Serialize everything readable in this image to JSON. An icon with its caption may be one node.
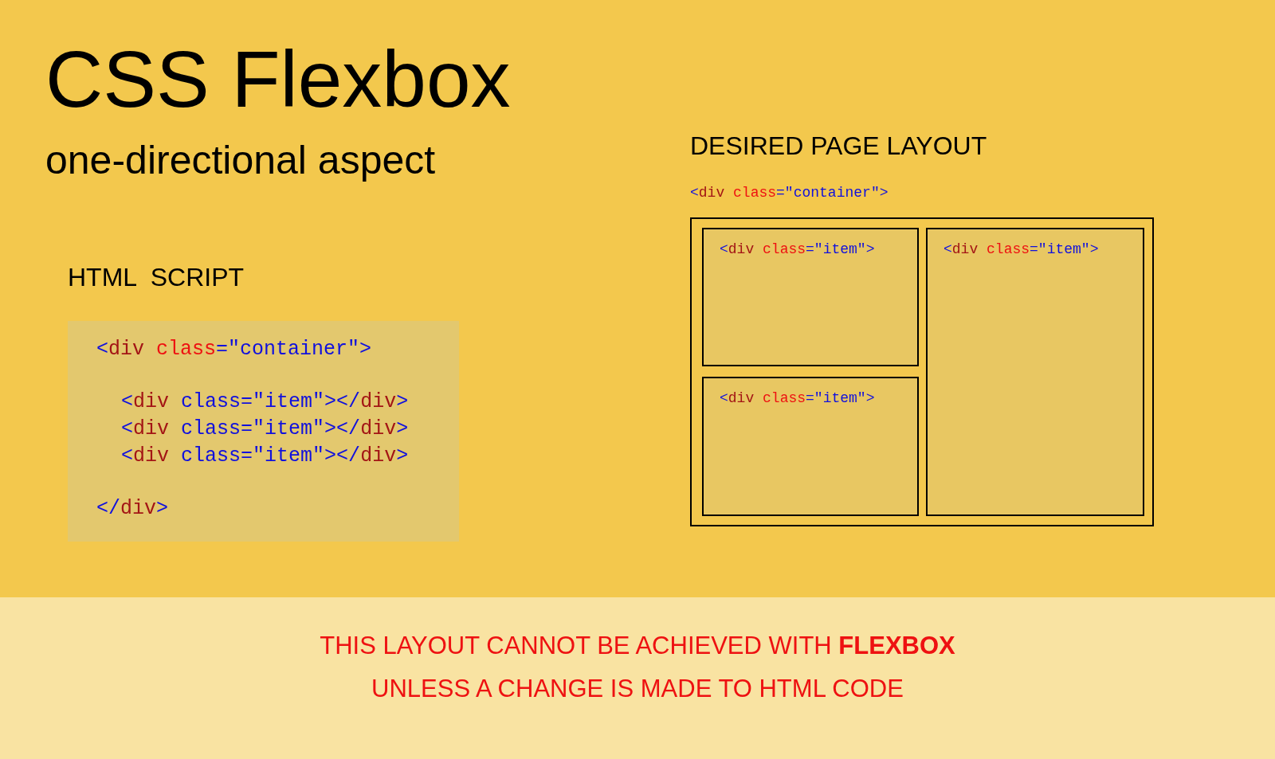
{
  "diagram": {
    "title": "CSS Flexbox",
    "nodes": [
      {
        "text": [
          "HTML  SCRIPT",
          "<div class=\"container\">",
          "<div class=\"item\"></div>",
          "<div class=\"item\"></div>",
          "<div class=\"item\"></div>",
          "</div>"
        ]
      },
      {
        "text": [
          "DESIRED PAGE LAYOUT",
          "<div class=\"container\">"
        ]
      },
      {
        "text": [
          "<div class=\"item\">"
        ],
        "in": 1
      },
      {
        "text": [
          "<div class=\"item\">"
        ],
        "in": 1
      },
      {
        "text": [
          "<div class=\"item\">"
        ],
        "in": 1
      },
      {
        "text": [
          "THIS LAYOUT CANNOT BE ACHIEVED WITH **FLEXBOX** UNLESS A CHANGE IS MADE TO HTML CODE"
        ]
      }
    ],
    "edges": [],
    "labels": [
      "one-directional aspect"
    ]
  }
}
